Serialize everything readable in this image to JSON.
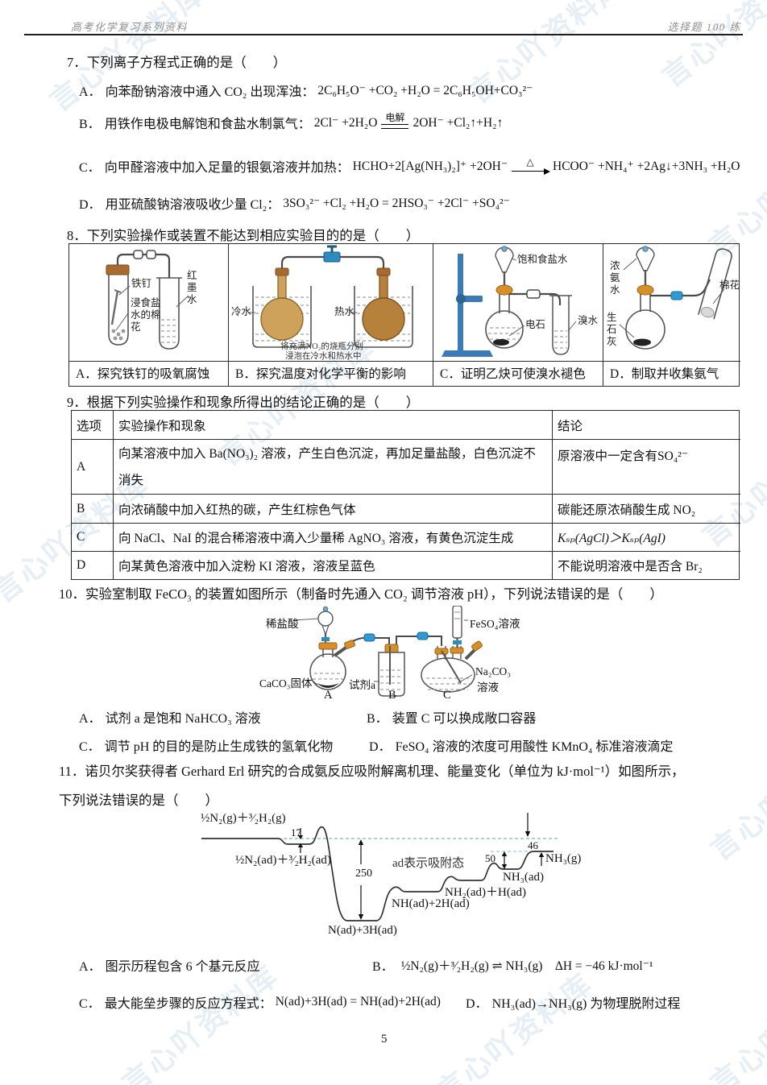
{
  "header": {
    "left": "高考化学复习系列资料",
    "right": "选择题 100 练"
  },
  "watermark": {
    "text": "言心吖资料库"
  },
  "footer": {
    "page_number": "5"
  },
  "q7": {
    "stem": "7．下列离子方程式正确的是（　　）",
    "options": [
      {
        "label": "A．",
        "text": "向苯酚钠溶液中通入 CO₂ 出现浑浊：",
        "eq": "2C₆H₅O⁻ +CO₂ +H₂O = 2C₆H₅OH+CO₃²⁻"
      },
      {
        "label": "B．",
        "text": "用铁作电极电解饱和食盐水制氯气：",
        "eq_pre": "2Cl⁻ +2H₂O",
        "eq_cond": "电解",
        "eq_post": "2OH⁻ +Cl₂↑+H₂↑"
      },
      {
        "label": "C．",
        "text": "向甲醛溶液中加入足量的银氨溶液并加热：",
        "eq_pre": "HCHO+2[Ag(NH₃)₂]⁺ +2OH⁻",
        "eq_cond": "△",
        "eq_post": "HCOO⁻ +NH₄⁺ +2Ag↓+3NH₃ +H₂O"
      },
      {
        "label": "D．",
        "text": "用亚硫酸钠溶液吸收少量 Cl₂：",
        "eq": "3SO₃²⁻ +Cl₂ +H₂O = 2HSO₃⁻ +2Cl⁻ +SO₄²⁻"
      }
    ]
  },
  "q8": {
    "stem": "8．下列实验操作或装置不能达到相应实验目的的是（　　）",
    "cells": [
      {
        "caption": "A．探究铁钉的吸氧腐蚀",
        "label_nail": "铁钉",
        "label_cotton": "浸食盐水的棉花",
        "label_ink": "红墨水"
      },
      {
        "caption": "B．探究温度对化学平衡的影响",
        "label_cold": "冷水",
        "label_hot": "热水",
        "note_line1": "将充满NO₂的烧瓶分别",
        "note_line2": "浸泡在冷水和热水中"
      },
      {
        "caption": "C．证明乙炔可使溴水褪色",
        "label_brine": "饱和食盐水",
        "label_carbide": "电石",
        "label_bromine": "溴水"
      },
      {
        "caption": "D．制取并收集氨气",
        "label_ammonia": "浓氨水",
        "label_cotton": "棉花",
        "label_lime": "生石灰"
      }
    ]
  },
  "q9": {
    "stem": "9．根据下列实验操作和现象所得出的结论正确的是（　　）",
    "table": {
      "headers": [
        "选项",
        "实验操作和现象",
        "结论"
      ],
      "rows": [
        {
          "option": "A",
          "operation": "向某溶液中加入 Ba(NO₃)₂ 溶液，产生白色沉淀，再加足量盐酸，白色沉淀不消失",
          "conclusion": "原溶液中一定含有SO₄²⁻"
        },
        {
          "option": "B",
          "operation": "向浓硝酸中加入红热的碳，产生红棕色气体",
          "conclusion": "碳能还原浓硝酸生成 NO₂"
        },
        {
          "option": "C",
          "operation": "向 NaCl、NaI 的混合稀溶液中滴入少量稀 AgNO₃ 溶液，有黄色沉淀生成",
          "conclusion": "Kₛₚ(AgCl)＞Kₛₚ(AgI)"
        },
        {
          "option": "D",
          "operation": "向某黄色溶液中加入淀粉 KI 溶液，溶液呈蓝色",
          "conclusion": "不能说明溶液中是否含 Br₂"
        }
      ]
    }
  },
  "q10": {
    "stem": "10．实验室制取 FeCO₃ 的装置如图所示（制备时先通入 CO₂ 调节溶液 pH），下列说法错误的是（　　）",
    "figure": {
      "label_acid": "稀盐酸",
      "label_caco3": "CaCO₃固体",
      "label_reagent": "试剂a",
      "label_feso4": "FeSO₄溶液",
      "label_na2co3_1": "Na₂CO₃",
      "label_na2co3_2": "溶液",
      "vessel_a": "A",
      "vessel_b": "B",
      "vessel_c": "C"
    },
    "options": [
      {
        "label": "A．",
        "text": "试剂 a 是饱和 NaHCO₃ 溶液"
      },
      {
        "label": "B．",
        "text": "装置 C 可以换成敞口容器"
      },
      {
        "label": "C．",
        "text": "调节 pH 的目的是防止生成铁的氢氧化物"
      },
      {
        "label": "D．",
        "text": "FeSO₄ 溶液的浓度可用酸性 KMnO₄ 标准溶液滴定"
      }
    ]
  },
  "q11": {
    "stem_line1": "11．诺贝尔奖获得者 Gerhard Erl 研究的合成氨反应吸附解离机理、能量变化（单位为 kJ·mol⁻¹）如图所示，",
    "stem_line2": "下列说法错误的是（　　）",
    "diagram": {
      "label_start": "½N₂(g)＋³⁄₂H₂(g)",
      "label_adsorbed": "½N₂(ad)＋³⁄₂H₂(ad)",
      "val_17": "17",
      "val_250": "250",
      "val_50": "50",
      "val_46": "46",
      "note": "ad表示吸附态",
      "label_n3h": "N(ad)+3H(ad)",
      "label_nh2h": "NH(ad)+2H(ad)",
      "label_nh2adh": "NH₂(ad)＋H(ad)",
      "label_nh3ad": "NH₃(ad)",
      "label_nh3g": "NH₃(g)"
    },
    "options": [
      {
        "label": "A．",
        "text": "图示历程包含 6 个基元反应"
      },
      {
        "label": "B．",
        "eq": "½N₂(g)＋³⁄₂H₂(g) ⇌ NH₃(g)　ΔH = −46 kJ·mol⁻¹"
      },
      {
        "label": "C．",
        "text": "最大能垒步骤的反应方程式：",
        "eq": "N(ad)+3H(ad) = NH(ad)+2H(ad)"
      },
      {
        "label": "D．",
        "text": "NH₃(ad)→NH₃(g) 为物理脱附过程"
      }
    ]
  }
}
